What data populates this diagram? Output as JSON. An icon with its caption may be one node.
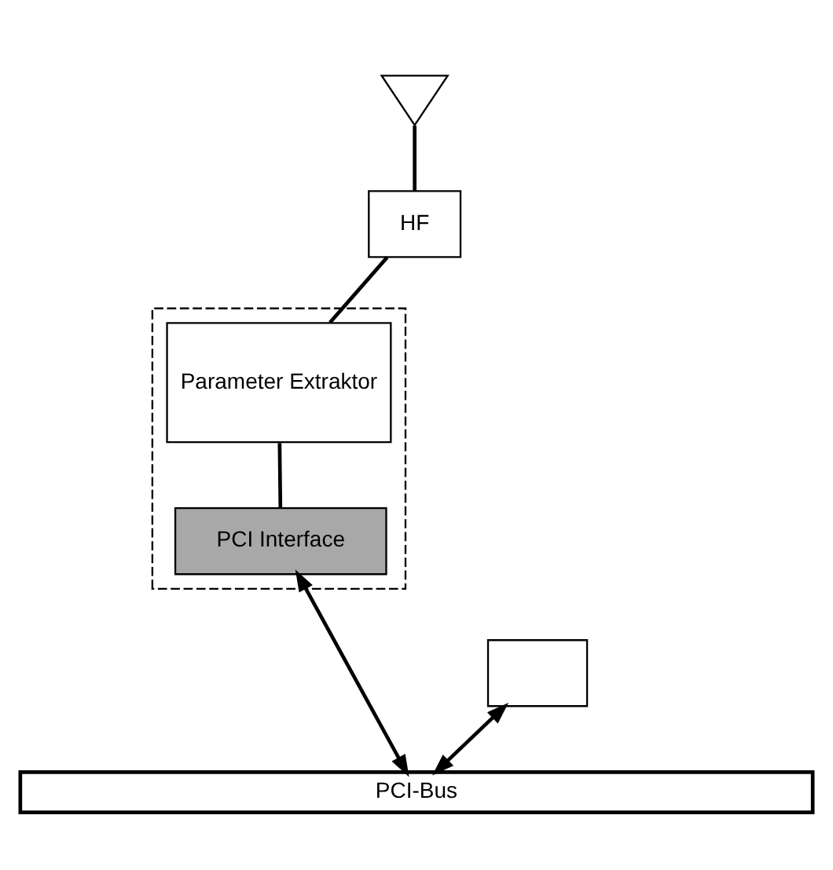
{
  "diagram": {
    "nodes": [
      {
        "text": [],
        "shape": "picture"
      },
      {
        "text": [
          "HF"
        ]
      },
      {
        "text": [],
        "shape": "box"
      },
      {
        "text": [
          "Parameter Extraktor"
        ],
        "in": 2
      },
      {
        "text": [
          "PCI Interface"
        ],
        "in": 2
      },
      {
        "text": [],
        "shape": "box"
      },
      {
        "text": [
          "PCI-Bus"
        ]
      }
    ],
    "edges": [
      {
        "from": 0,
        "to": 1,
        "arrow": "none"
      },
      {
        "from": 1,
        "to": 3,
        "arrow": "none"
      },
      {
        "from": 3,
        "to": 4,
        "arrow": "none"
      },
      {
        "from": 4,
        "to": 6,
        "arrow": "both"
      },
      {
        "from": 5,
        "to": 6,
        "arrow": "both"
      }
    ]
  }
}
